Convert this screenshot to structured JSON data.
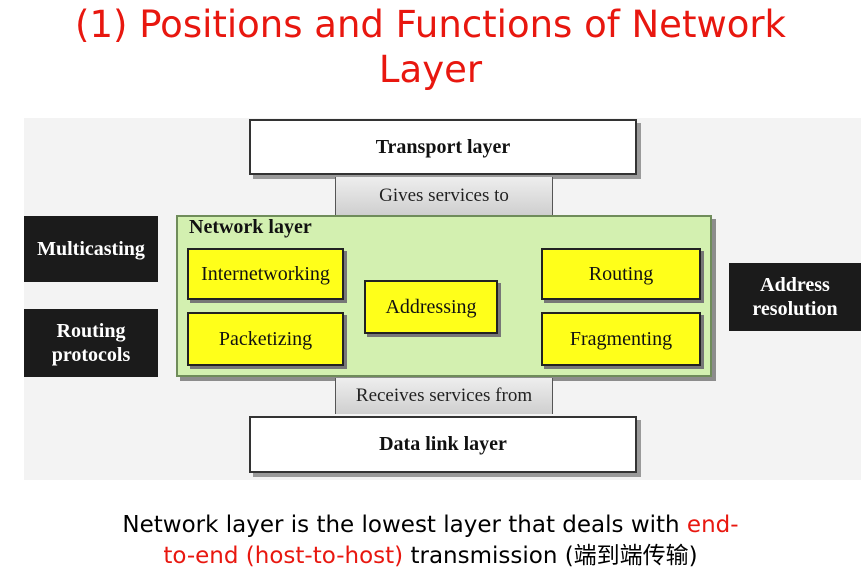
{
  "title": {
    "line1": "(1) Positions and Functions of Network",
    "line2": "Layer"
  },
  "diagram": {
    "transport_layer": "Transport layer",
    "gives_services": "Gives services to",
    "network_layer": "Network layer",
    "functions": {
      "internetworking": "Internetworking",
      "packetizing": "Packetizing",
      "addressing": "Addressing",
      "routing": "Routing",
      "fragmenting": "Fragmenting"
    },
    "receives_services": "Receives services from",
    "data_link_layer": "Data link layer",
    "left": {
      "multicasting": "Multicasting",
      "routing_protocols_1": "Routing",
      "routing_protocols_2": "protocols"
    },
    "right": {
      "address_resolution_1": "Address",
      "address_resolution_2": "resolution"
    }
  },
  "caption": {
    "line1_a": "Network layer is the lowest layer that deals with ",
    "line1_b": "end-",
    "line2_a": "to-end (host-to-host)",
    "line2_b": " transmission (端到端传输)"
  },
  "colors": {
    "title": "#e8170f",
    "highlight": "#e8170f",
    "network_fill": "#d3f0b0",
    "function_fill": "#ffff1a",
    "side_fill": "#1b1b1b"
  }
}
